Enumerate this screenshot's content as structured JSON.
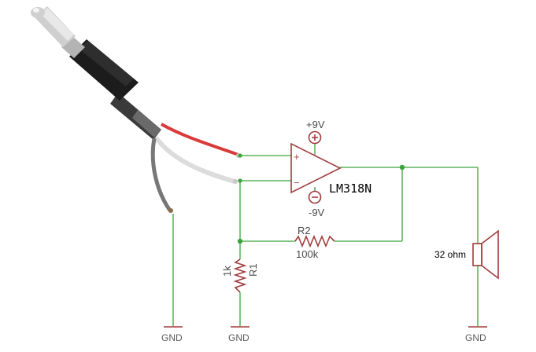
{
  "colors": {
    "wire": "#3aa33a",
    "component": "#a03c3c",
    "junction": "#3aa33a",
    "cable_red": "#d93a3a",
    "cable_gray": "#777777"
  },
  "opamp": {
    "part": "LM318N",
    "supply_pos": "+9V",
    "supply_neg": "-9V",
    "input_pos_symbol": "+",
    "input_neg_symbol": "−"
  },
  "resistors": [
    {
      "ref": "R2",
      "value": "100k"
    },
    {
      "ref": "R1",
      "value": "1k"
    }
  ],
  "speaker": {
    "label": "32 ohm"
  },
  "grounds": [
    "GND",
    "GND",
    "GND"
  ],
  "plug": {
    "icon": "quarter-inch-audio-plug-icon"
  }
}
